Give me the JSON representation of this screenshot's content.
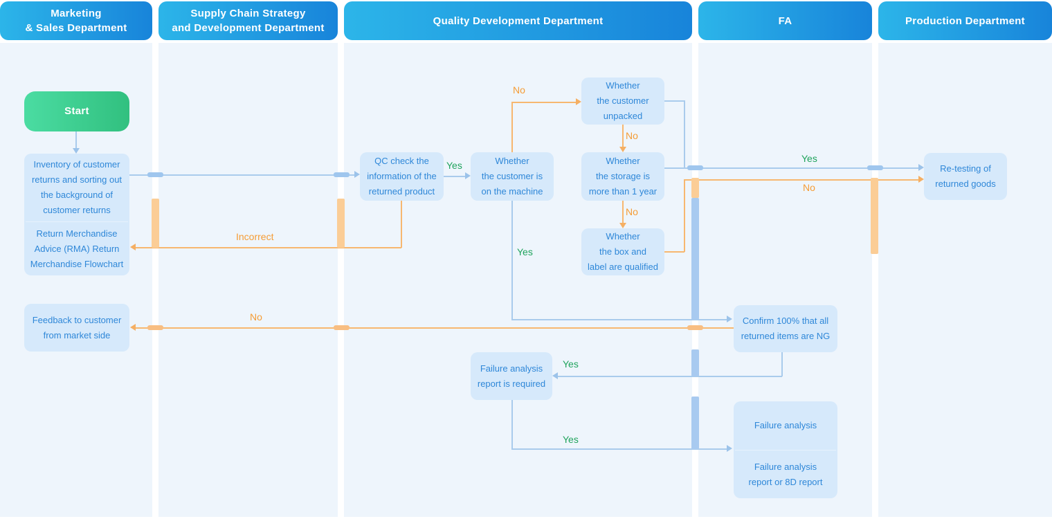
{
  "diagram_title": "Return Merchandise Advice (RMA) Return Merchandise Flowchart",
  "lanes": [
    {
      "id": "marketing-sales",
      "title_lines": [
        "Marketing",
        "& Sales Department"
      ]
    },
    {
      "id": "supply-chain",
      "title_lines": [
        "Supply Chain Strategy",
        "and Development Department"
      ]
    },
    {
      "id": "quality-development",
      "title_lines": [
        "Quality Development Department"
      ]
    },
    {
      "id": "fa",
      "title_lines": [
        "FA"
      ]
    },
    {
      "id": "production",
      "title_lines": [
        "Production Department"
      ]
    }
  ],
  "nodes": {
    "start": {
      "lines": [
        "Start"
      ]
    },
    "inventory": {
      "lines": [
        "Inventory of customer",
        "returns and sorting out",
        "the background of",
        "customer returns"
      ]
    },
    "rma": {
      "lines": [
        "Return Merchandise",
        "Advice (RMA) Return",
        "Merchandise Flowchart"
      ]
    },
    "feedback": {
      "lines": [
        "Feedback to customer",
        "from market side"
      ]
    },
    "qc_check": {
      "lines": [
        "QC check the",
        "information of the",
        "returned product"
      ]
    },
    "on_machine": {
      "lines": [
        "Whether",
        "the customer is",
        "on the machine"
      ]
    },
    "unpacked": {
      "lines": [
        "Whether",
        "the customer",
        "unpacked"
      ]
    },
    "storage": {
      "lines": [
        "Whether",
        "the storage is",
        "more than 1 year"
      ]
    },
    "box_label": {
      "lines": [
        "Whether",
        "the box and",
        "label are qualified"
      ]
    },
    "confirm_ng": {
      "lines": [
        "Confirm 100% that all",
        "returned items are NG"
      ]
    },
    "fa_required": {
      "lines": [
        "Failure analysis",
        "report is required"
      ]
    },
    "failure_analysis": {
      "lines": [
        "Failure analysis"
      ]
    },
    "fa_report": {
      "lines": [
        "Failure analysis",
        "report or 8D report"
      ]
    },
    "retest": {
      "lines": [
        "Re-testing of",
        "returned goods"
      ]
    }
  },
  "labels": {
    "qc_yes": "Yes",
    "incorrect": "Incorrect",
    "machine_no": "No",
    "unpacked_no": "No",
    "storage_no": "No",
    "retest_yes": "Yes",
    "retest_no": "No",
    "machine_yes": "Yes",
    "confirm_no": "No",
    "confirm_yes": "Yes",
    "fa_yes": "Yes"
  },
  "colors": {
    "header_gradient_start": "#2CB5E9",
    "header_gradient_end": "#1884DA",
    "start_gradient_start": "#4BDCA2",
    "start_gradient_end": "#31C07F",
    "node_fill": "#D6E9FB",
    "node_text": "#2E87D8",
    "lane_background": "#EEF5FC",
    "connector_blue": "#A9CBEC",
    "connector_orange": "#F7B76F",
    "label_green": "#1FA35C",
    "label_orange": "#F59C35"
  }
}
